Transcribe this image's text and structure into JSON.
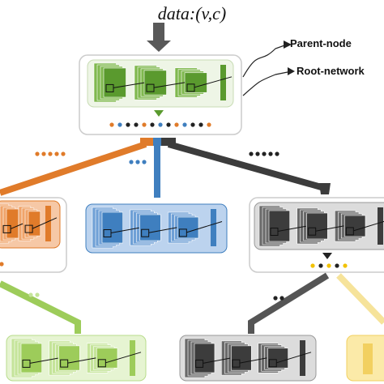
{
  "header": {
    "input_label": "data:(v,c)"
  },
  "legend": {
    "parent_node_label": "Parent-node",
    "root_network_label": "Root-network"
  },
  "colors": {
    "root": "#5a9a2e",
    "orange": "#e07b2a",
    "blue": "#3f7fbf",
    "dark": "#3c3c3c",
    "lightgreen": "#9dcc5a",
    "yellow": "#f2d060",
    "arrow": "#595959"
  },
  "nodes": [
    {
      "id": "root-network",
      "color_key": "root"
    },
    {
      "id": "orange-network",
      "color_key": "orange"
    },
    {
      "id": "blue-network",
      "color_key": "blue"
    },
    {
      "id": "dark-network",
      "color_key": "dark"
    },
    {
      "id": "lightgreen-network",
      "color_key": "lightgreen"
    },
    {
      "id": "dark-child-network",
      "color_key": "dark"
    },
    {
      "id": "yellow-network",
      "color_key": "yellow"
    }
  ]
}
